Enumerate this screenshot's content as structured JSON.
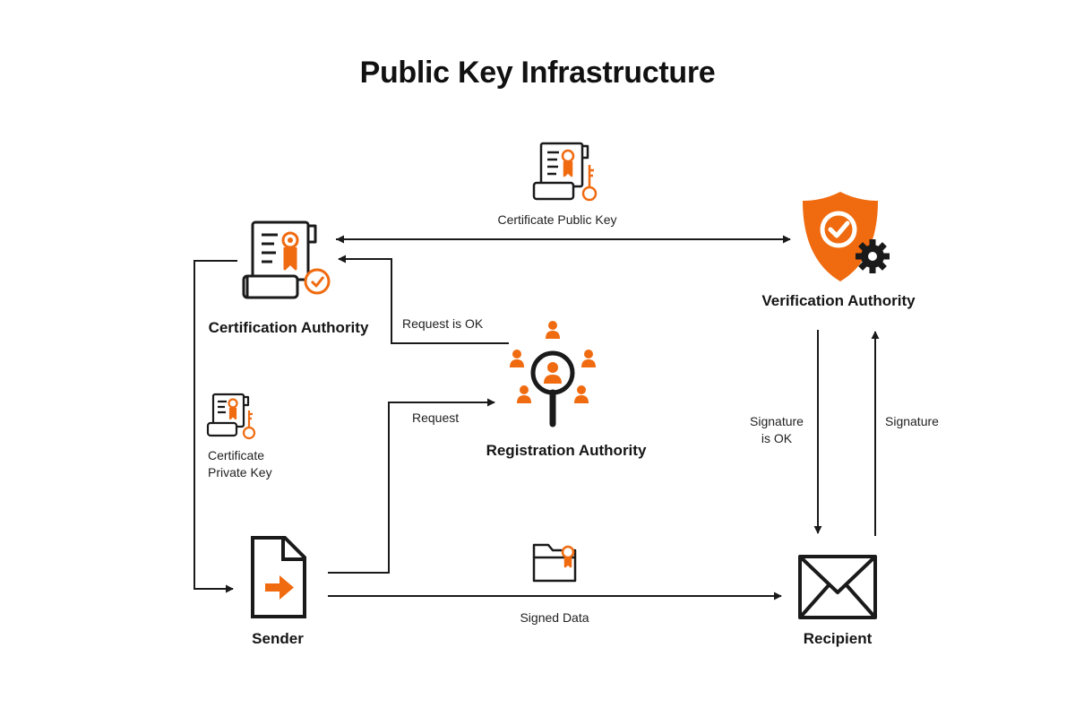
{
  "title": "Public Key Infrastructure",
  "colors": {
    "accent": "#f06a0f",
    "ink": "#1a1a1a"
  },
  "nodes": {
    "certification_authority": {
      "label": "Certification Authority",
      "icon": "certificate-check-icon"
    },
    "verification_authority": {
      "label": "Verification Authority",
      "icon": "shield-check-gear-icon"
    },
    "registration_authority": {
      "label": "Registration Authority",
      "icon": "magnifier-users-icon"
    },
    "sender": {
      "label": "Sender",
      "icon": "document-arrow-icon"
    },
    "recipient": {
      "label": "Recipient",
      "icon": "envelope-icon"
    }
  },
  "edges": {
    "certificate_public_key": {
      "label": "Certificate Public Key",
      "icon": "certificate-key-icon"
    },
    "request_is_ok": {
      "label": "Request is OK"
    },
    "request": {
      "label": "Request"
    },
    "certificate_private_key": {
      "label": "Certificate\nPrivate Key",
      "icon": "certificate-key-icon"
    },
    "signed_data": {
      "label": "Signed Data",
      "icon": "folder-certificate-icon"
    },
    "signature_is_ok": {
      "label": "Signature\nis OK"
    },
    "signature": {
      "label": "Signature"
    }
  }
}
